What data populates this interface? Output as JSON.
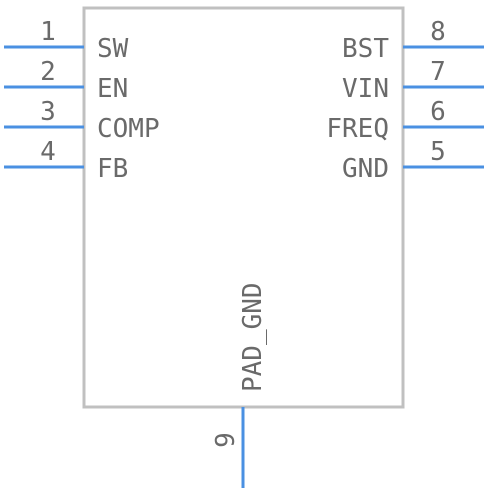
{
  "colors": {
    "pin": "#4a90e2",
    "body_outline": "#c0c0c0",
    "text": "#6a6a6a",
    "background": "#ffffff"
  },
  "pins": [
    {
      "number": "1",
      "label": "SW"
    },
    {
      "number": "2",
      "label": "EN"
    },
    {
      "number": "3",
      "label": "COMP"
    },
    {
      "number": "4",
      "label": "FB"
    },
    {
      "number": "5",
      "label": "GND"
    },
    {
      "number": "6",
      "label": "FREQ"
    },
    {
      "number": "7",
      "label": "VIN"
    },
    {
      "number": "8",
      "label": "BST"
    },
    {
      "number": "9",
      "label": "PAD_GND"
    }
  ]
}
